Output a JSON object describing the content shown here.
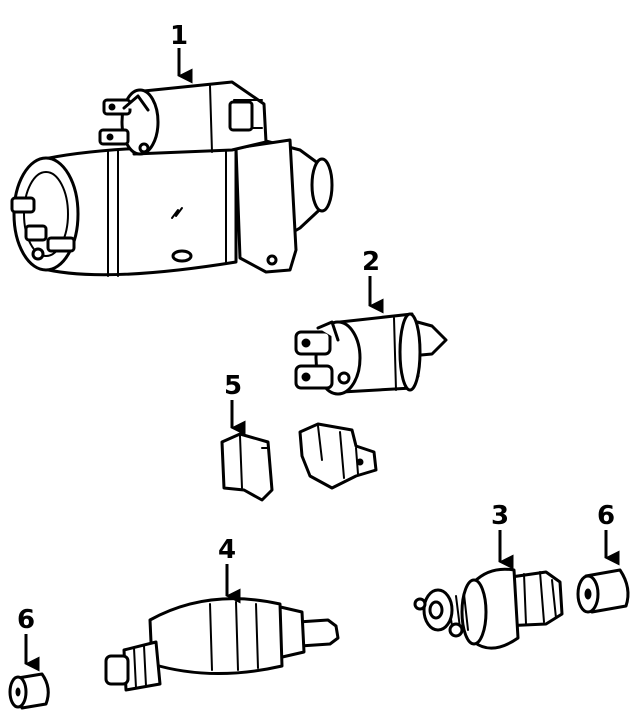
{
  "callouts": {
    "starter_motor": "1",
    "solenoid": "2",
    "drive_gear": "3",
    "armature": "4",
    "brush_set": "5",
    "bushing_right": "6",
    "bushing_left": "6"
  },
  "colors": {
    "line": "#000000",
    "background": "#ffffff"
  }
}
